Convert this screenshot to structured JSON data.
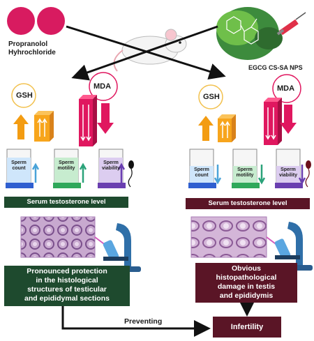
{
  "left_drug": {
    "line1": "Propranolol",
    "line2": "Hyhrochloride",
    "color": "#d81b60"
  },
  "right_drug": {
    "label": "EGCG CS-SA NPS"
  },
  "left_panel": {
    "gsh": "GSH",
    "mda": "MDA",
    "tubes": [
      {
        "line1": "Sperm",
        "line2": "count"
      },
      {
        "line1": "Sperm",
        "line2": "motility"
      },
      {
        "line1": "Sperm",
        "line2": "viability"
      }
    ],
    "bar_label": "Serum testosterone level",
    "bar_color": "#1e4a2e",
    "box_text": [
      "Pronounced protection",
      "in the histological",
      "structures of testicular",
      "and epididymal sections"
    ]
  },
  "right_panel": {
    "gsh": "GSH",
    "mda": "MDA",
    "tubes": [
      {
        "line1": "Sperm",
        "line2": "count"
      },
      {
        "line1": "Sperm",
        "line2": "motility"
      },
      {
        "line1": "Sperm",
        "line2": "viability"
      }
    ],
    "bar_label": "Serum testosterone level",
    "bar_color": "#5a1526",
    "box_text": [
      "Obvious",
      "histopathological",
      "damage in testis",
      "and epididymis"
    ]
  },
  "bottom": {
    "preventing": "Preventing",
    "infertility": "Infertility"
  },
  "colors": {
    "gsh_orange": "#f39c12",
    "mda_pink": "#e0175f",
    "arrow": "#111111"
  }
}
